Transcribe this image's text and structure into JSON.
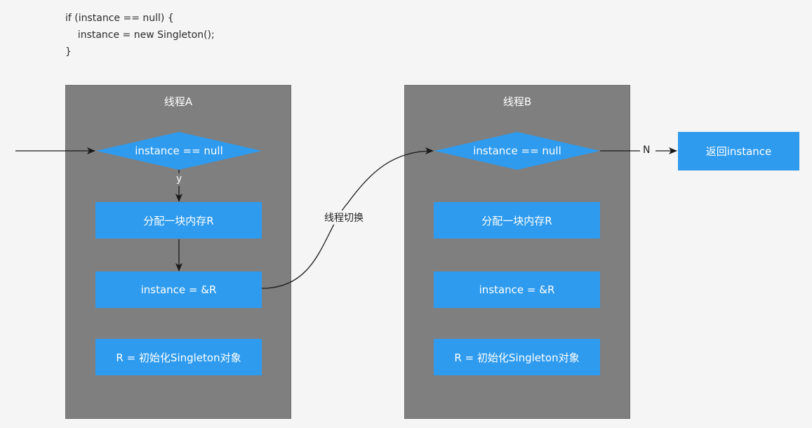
{
  "code": {
    "line1": "if (instance == null) {",
    "line2": "    instance = new Singleton();",
    "line3": "}"
  },
  "thread_a": {
    "title": "线程A",
    "decision": "instance == null",
    "yes_label": "y",
    "step1": "分配一块内存R",
    "step2": "instance = &R",
    "step3": "R = 初始化Singleton对象"
  },
  "thread_b": {
    "title": "线程B",
    "decision": "instance == null",
    "no_label": "N",
    "step1": "分配一块内存R",
    "step2": "instance = &R",
    "step3": "R = 初始化Singleton对象"
  },
  "switch_label": "线程切换",
  "return_box": "返回instance",
  "colors": {
    "lane": "#7f7f7f",
    "node": "#2e9bef",
    "background": "#f5f5f5",
    "arrow": "#1a1a1a"
  }
}
